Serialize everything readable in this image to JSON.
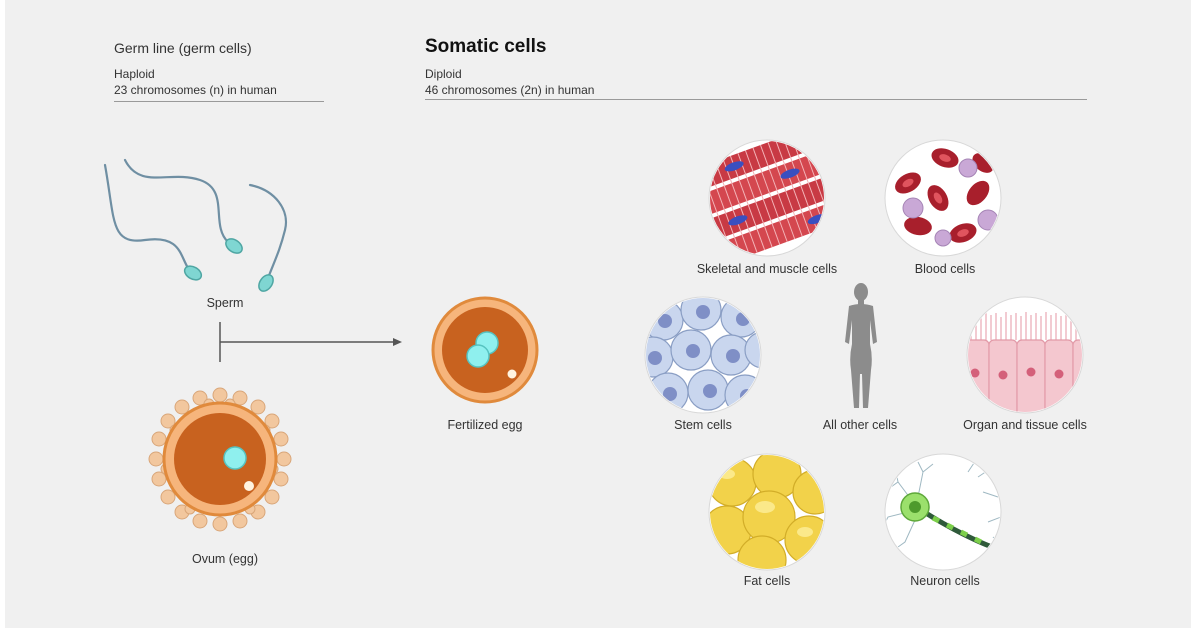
{
  "header": {
    "germ_title": "Germ line (germ cells)",
    "germ_ploidy": "Haploid",
    "germ_chromosomes": "23 chromosomes (n) in human",
    "somatic_title": "Somatic cells",
    "somatic_ploidy": "Diploid",
    "somatic_chromosomes": "46 chromosomes (2n) in human"
  },
  "labels": {
    "sperm": "Sperm",
    "ovum": "Ovum (egg)",
    "fertilized": "Fertilized egg",
    "skeletal": "Skeletal and muscle cells",
    "blood": "Blood cells",
    "stem": "Stem cells",
    "other": "All other cells",
    "organ": "Organ and tissue cells",
    "fat": "Fat cells",
    "neuron": "Neuron cells"
  },
  "colors": {
    "sperm_tail": "#6f8fa3",
    "sperm_head": "#7fd6d2",
    "egg_orange": "#e08a3c",
    "egg_inner": "#c8621f",
    "nucleus_cyan": "#8ff0ee",
    "muscle_red": "#c83a44",
    "muscle_nucleus": "#3a4fc0",
    "blood_red": "#a81f2c",
    "blood_white": "#c9a8d6",
    "stem_blue": "#b9c8e6",
    "organ_pink": "#f4c7cf",
    "fat_yellow": "#f2d24a",
    "neuron_green": "#7ccf4a",
    "human_gray": "#8c8c8c"
  }
}
